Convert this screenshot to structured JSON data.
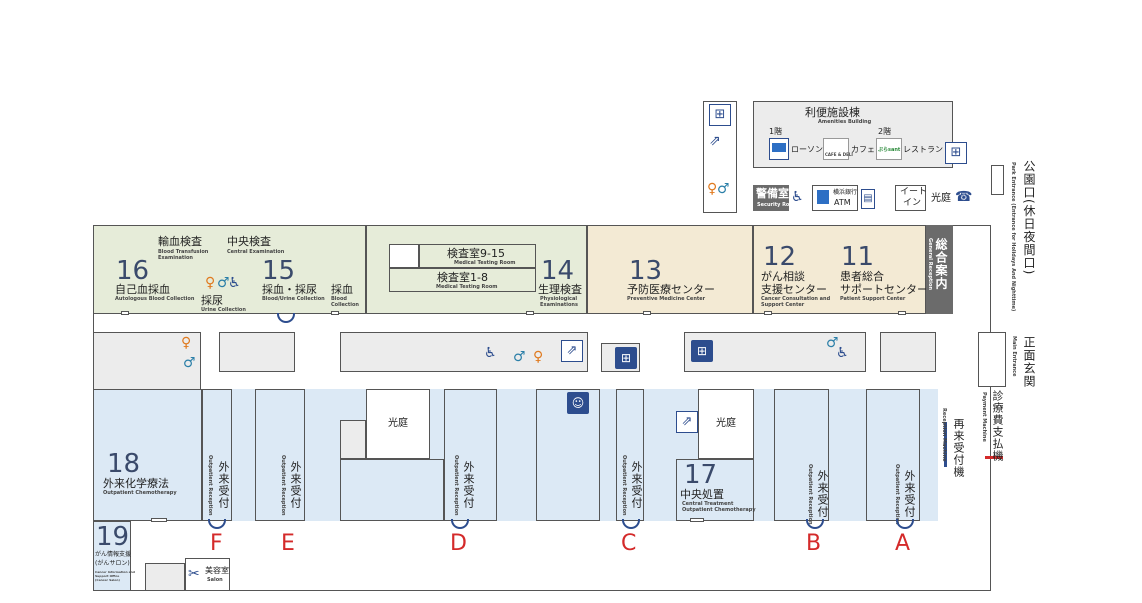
{
  "rooms": {
    "r16": {
      "num": "16",
      "jp": "自己血採血",
      "en": "Autologous Blood Collection"
    },
    "transfusion": {
      "jp": "輸血検査",
      "en1": "Blood Transfusion",
      "en2": "Examination"
    },
    "central_exam": {
      "jp": "中央検査",
      "en": "Central Examination"
    },
    "urine": {
      "jp": "採尿",
      "en": "Urine Collection"
    },
    "r15": {
      "num": "15",
      "jp": "採血・採尿",
      "en": "Blood/Urine Collection"
    },
    "blood": {
      "jp": "採血",
      "en1": "Blood",
      "en2": "Collection"
    },
    "lab915": {
      "jp": "検査室9-15",
      "en": "Medical Testing Room"
    },
    "lab18": {
      "jp": "検査室1-8",
      "en": "Medical Testing Room"
    },
    "r14": {
      "num": "14",
      "jp": "生理検査",
      "en1": "Physiological",
      "en2": "Examinations"
    },
    "r13": {
      "num": "13",
      "jp": "予防医療センター",
      "en": "Preventive Medicine Center"
    },
    "r12": {
      "num": "12",
      "jp1": "がん相談",
      "jp2": "支援センター",
      "en1": "Cancer Consultation and",
      "en2": "Support Center"
    },
    "r11": {
      "num": "11",
      "jp1": "患者総合",
      "jp2": "サポートセンター",
      "en": "Patient Support Center"
    },
    "general_reception": {
      "jp": "総合案内",
      "en": "General Reception"
    },
    "amenities": {
      "jp": "利便施設棟",
      "en": "Amenities Building",
      "floor1": "1階",
      "floor2": "2階",
      "lawson": "ローソン",
      "cafe": "カフェ",
      "restaurant": "レストラン",
      "cafe_logo": "CAFE & DELI",
      "restaurant_logo": "ぷらsant"
    },
    "security": {
      "jp": "警備室",
      "en": "Security Room"
    },
    "atm": {
      "jp1": "横浜銀行",
      "jp2": "ATM"
    },
    "eat_in": {
      "jp1": "イート",
      "jp2": "イン"
    },
    "courtyard_top": "光庭",
    "courtyard_left": "光庭",
    "courtyard_right": "光庭",
    "r18": {
      "num": "18",
      "jp": "外来化学療法",
      "en": "Outpatient Chemotherapy"
    },
    "r17": {
      "num": "17",
      "jp": "中央処置",
      "en1": "Central Treatment",
      "en2": "Outpatient Chemotherapy"
    },
    "r19": {
      "num": "19",
      "jp1": "がん情報支援",
      "jp2": "(がんサロン)",
      "en1": "Cancer Information and",
      "en2": "Support Office",
      "en3": "(Cancer Salon)"
    },
    "salon": {
      "jp": "美容室",
      "en": "Salon"
    }
  },
  "receptions": [
    {
      "letter": "F",
      "jp": "外来受付",
      "en": "Outpatient Reception"
    },
    {
      "letter": "E",
      "jp": "外来受付",
      "en": "Outpatient Reception"
    },
    {
      "letter": "D",
      "jp": "外来受付",
      "en": "Outpatient Reception"
    },
    {
      "letter": "C",
      "jp": "外来受付",
      "en": "Outpatient Reception"
    },
    {
      "letter": "B",
      "jp": "外来受付",
      "en": "Outpatient Reception"
    },
    {
      "letter": "A",
      "jp": "外来受付",
      "en": "Outpatient Reception"
    }
  ],
  "re_reception": {
    "jp": "再来受付機",
    "en": "Reception Machine"
  },
  "payment": {
    "jp": "診療費支払機",
    "en": "Payment Machine"
  },
  "park_entrance": {
    "jp": "公園口(休日夜間口)",
    "en": "Park Entrance (Entrance for Holidays And Nighttime)"
  },
  "main_entrance": {
    "jp": "正面玄関",
    "en": "Main Entrance"
  },
  "colors": {
    "accent_red": "#d42a2a",
    "navy": "#2d4d8e",
    "orange": "#e07a1f",
    "green_area": "#e6ecd9",
    "tan_area": "#f3ead4",
    "blue_area": "#dce9f5"
  }
}
